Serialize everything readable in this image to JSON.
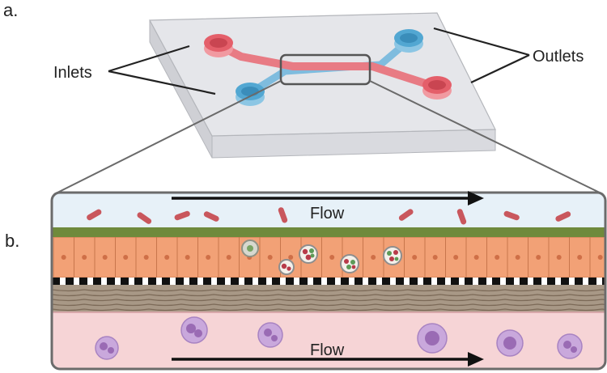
{
  "panel_a": {
    "letter": "a.",
    "inlets_label": "Inlets",
    "outlets_label": "Outlets"
  },
  "panel_b": {
    "letter": "b.",
    "top_flow_label": "Flow",
    "bottom_flow_label": "Flow"
  },
  "colors": {
    "chip": "#e4e5e9",
    "red_channel": "#e45f6a",
    "blue_channel": "#52a7d2",
    "air_channel": "#e7f1f8",
    "blood_channel": "#f6d4d6",
    "epithelium": "#f2a176",
    "mucus": "#6f8a3c",
    "stroma": "#a89886"
  },
  "icons": [
    "inlet-port-icon",
    "outlet-port-icon",
    "red-blood-cell-icon",
    "immune-cell-icon",
    "epithelial-cell-icon",
    "flow-arrow-icon"
  ]
}
